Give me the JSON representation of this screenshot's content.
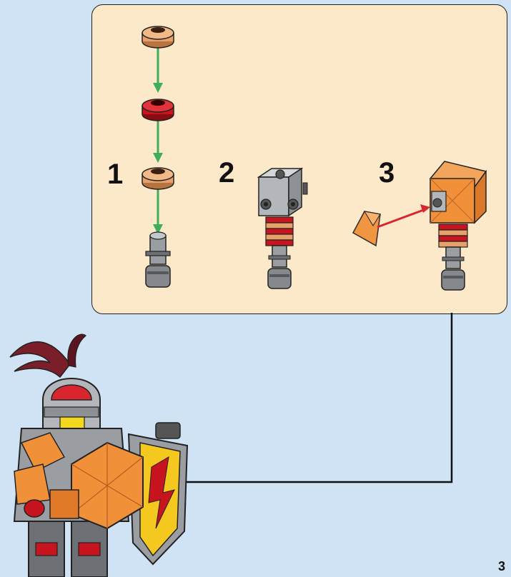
{
  "steps": [
    {
      "number": "1"
    },
    {
      "number": "2"
    },
    {
      "number": "3"
    }
  ],
  "page_number": "3",
  "colors": {
    "background": "#cfe3f5",
    "panel": "#fbe9c9",
    "arrow_green": "#3fae5a",
    "arrow_red": "#d9262e",
    "plate_tan": "#e8a06a",
    "plate_red": "#c8141e",
    "grey": "#9a9ea3",
    "trans_orange": "#f0913a",
    "plume": "#7a1f2a",
    "shield_yellow": "#f4c81e"
  }
}
